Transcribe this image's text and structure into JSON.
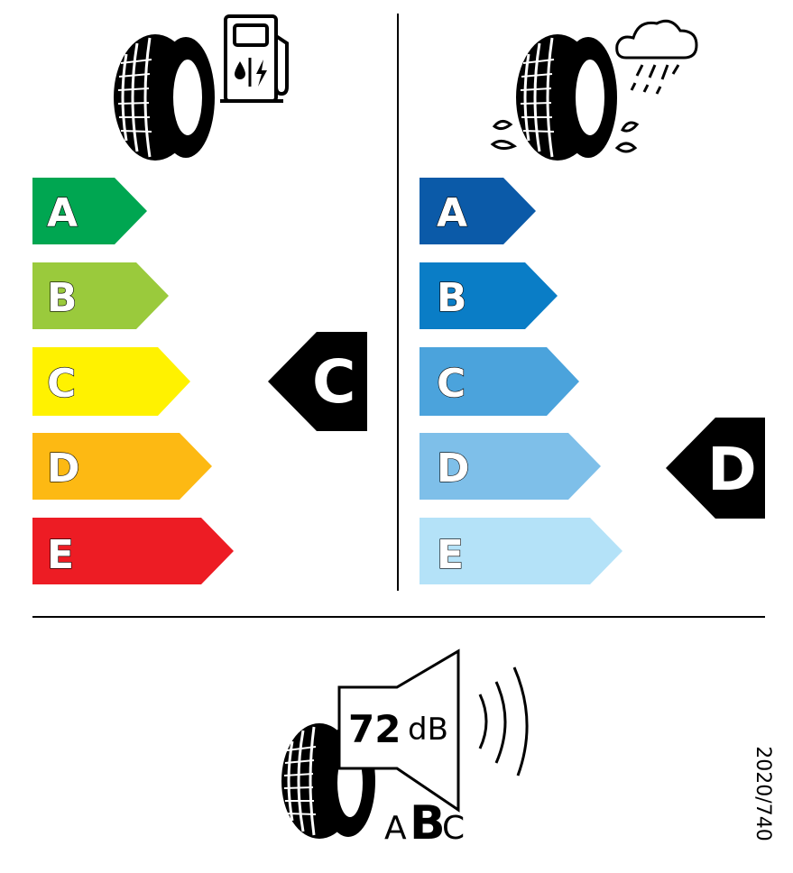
{
  "fuel_efficiency": {
    "classes": [
      {
        "label": "A",
        "color": "#00a651"
      },
      {
        "label": "B",
        "color": "#9aca3c"
      },
      {
        "label": "C",
        "color": "#fff200"
      },
      {
        "label": "D",
        "color": "#fdb913"
      },
      {
        "label": "E",
        "color": "#ed1c24"
      }
    ],
    "rating": "C",
    "icon": "fuel-pump-tire-icon"
  },
  "wet_grip": {
    "classes": [
      {
        "label": "A",
        "color": "#0b5aa8"
      },
      {
        "label": "B",
        "color": "#0a7dc6"
      },
      {
        "label": "C",
        "color": "#4ba3dc"
      },
      {
        "label": "D",
        "color": "#7ebfe9"
      },
      {
        "label": "E",
        "color": "#b4e2f8"
      }
    ],
    "rating": "D",
    "icon": "rain-cloud-tire-icon"
  },
  "noise": {
    "value": "72",
    "unit": "dB",
    "class_small_left": "A",
    "class_big": "B",
    "class_small_right": "C",
    "icon": "speaker-tire-icon"
  },
  "regulation": "2020/740"
}
